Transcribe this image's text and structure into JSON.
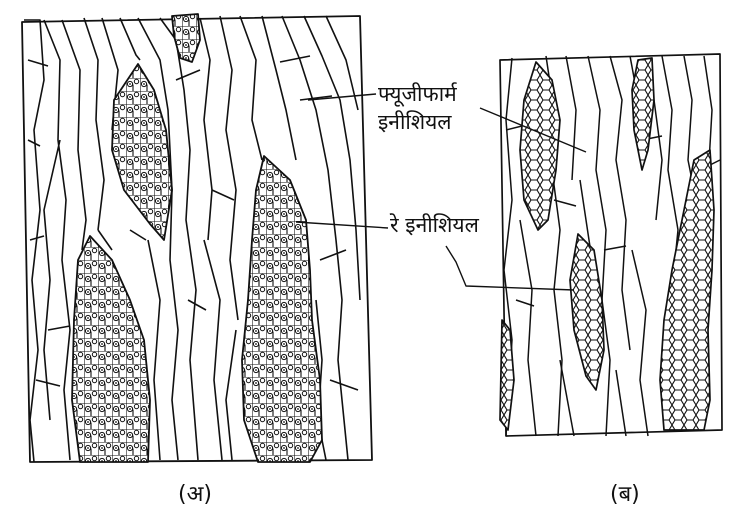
{
  "labels": {
    "fusiform_line1": "फ्यूजीफार्म",
    "fusiform_line2": "इनीशियल",
    "ray_initial": "रे इनीशियल"
  },
  "captions": {
    "a": "(अ)",
    "b": "(ब)"
  },
  "colors": {
    "ink": "#111111",
    "background": "#ffffff"
  }
}
